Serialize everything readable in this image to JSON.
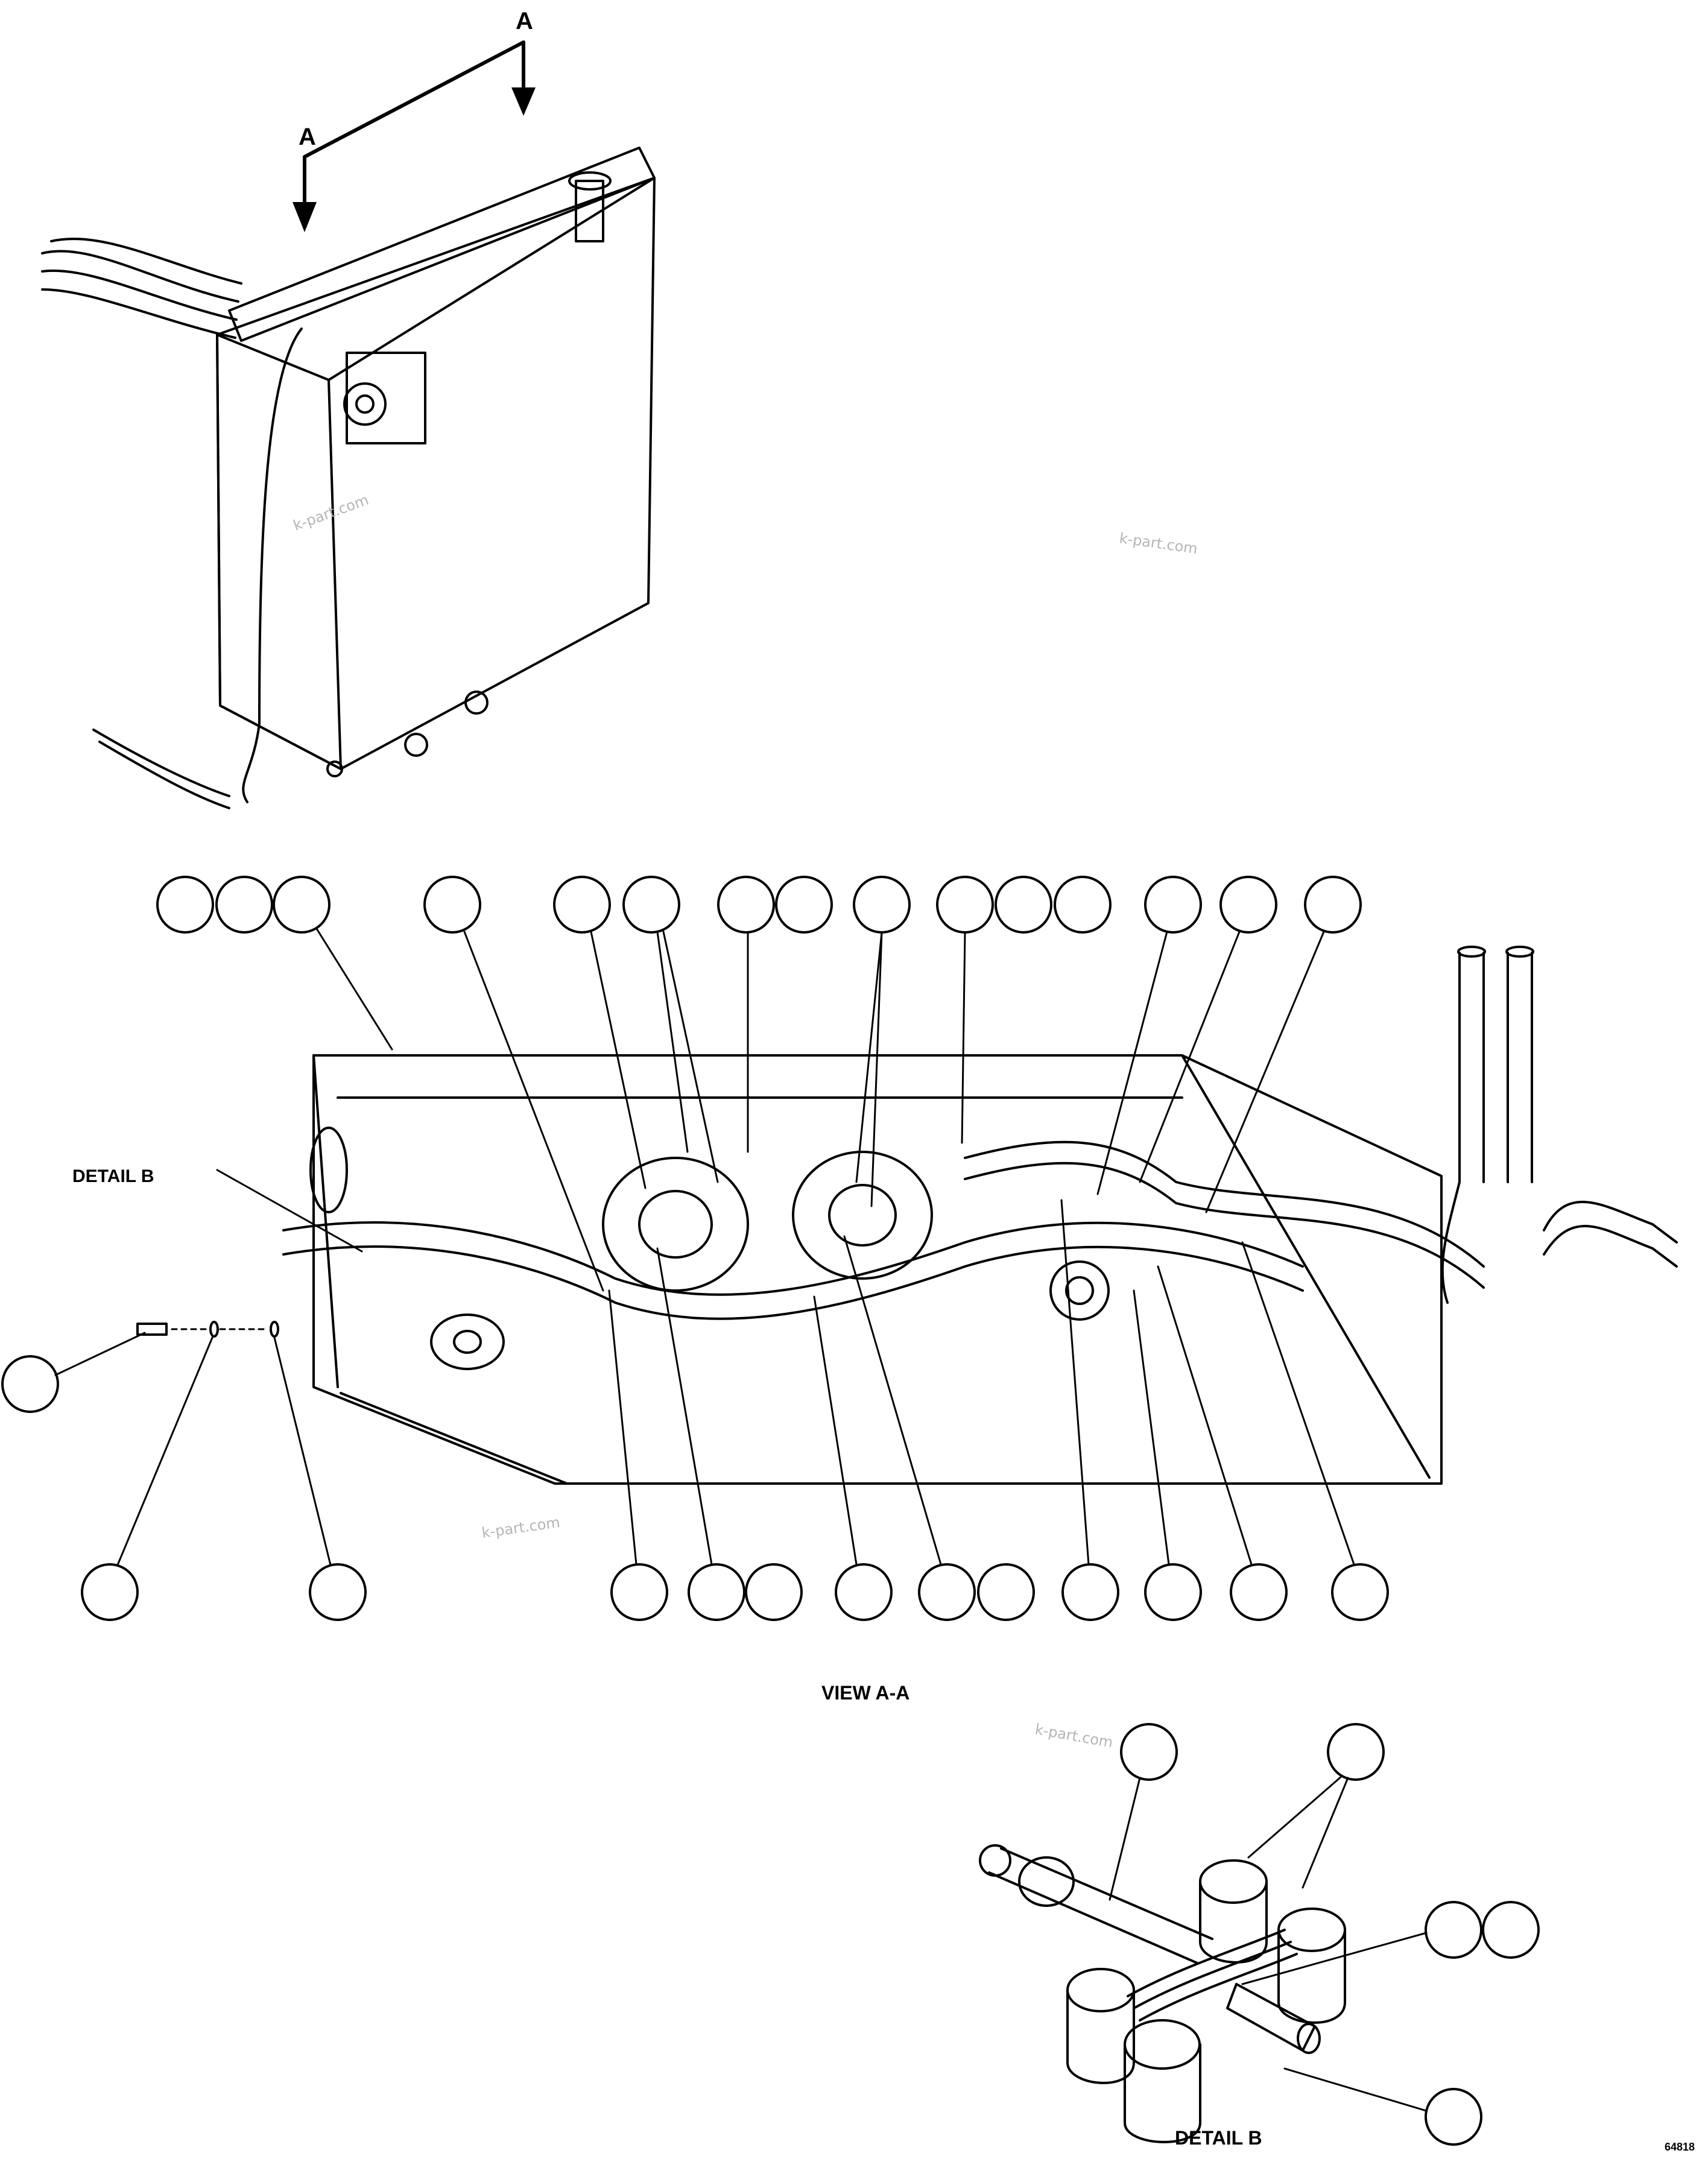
{
  "labels": {
    "section_arrow_left": "A",
    "section_arrow_right": "A",
    "detail_b_callout": "DETAIL B",
    "view_title": "VIEW A-A",
    "detail_b_title": "DETAIL B",
    "corner_code": "64818"
  },
  "watermarks": [
    "k-part.com",
    "k-part.com",
    "k-part.com",
    "k-part.com"
  ],
  "colors": {
    "line": "#000000",
    "background": "#ffffff",
    "watermark": "#b5b5b5"
  }
}
